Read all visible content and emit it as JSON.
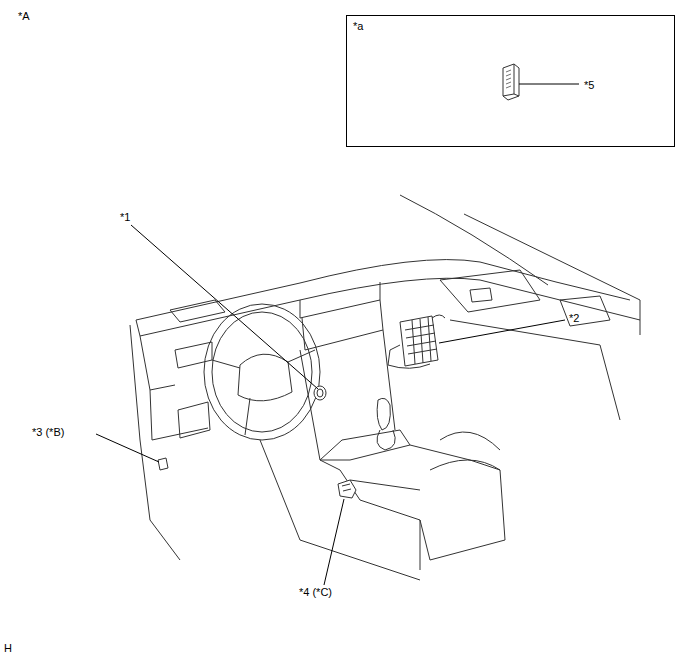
{
  "diagram": {
    "nodes": [
      {
        "text": [
          "*a",
          "*5"
        ]
      }
    ],
    "labels": [
      "*A",
      "*1",
      "*2",
      "*3 (*B)",
      "*4 (*C)",
      "H"
    ]
  }
}
